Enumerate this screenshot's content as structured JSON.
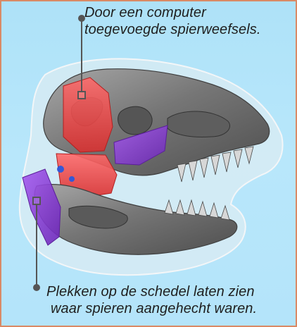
{
  "captions": {
    "top": {
      "line1": "Door een computer",
      "line2": "toegevoegde spierweefsels."
    },
    "bottom": {
      "line1": "Plekken op de schedel laten zien",
      "line2": "waar spieren aangehecht waren."
    }
  },
  "colors": {
    "background": "#b4e4fa",
    "border": "#d98a66",
    "skull": "#7a7a7a",
    "muscle_red": "#ef4a4a",
    "muscle_purple": "#8b3fd1",
    "skin_outline": "#dfe7ec"
  }
}
